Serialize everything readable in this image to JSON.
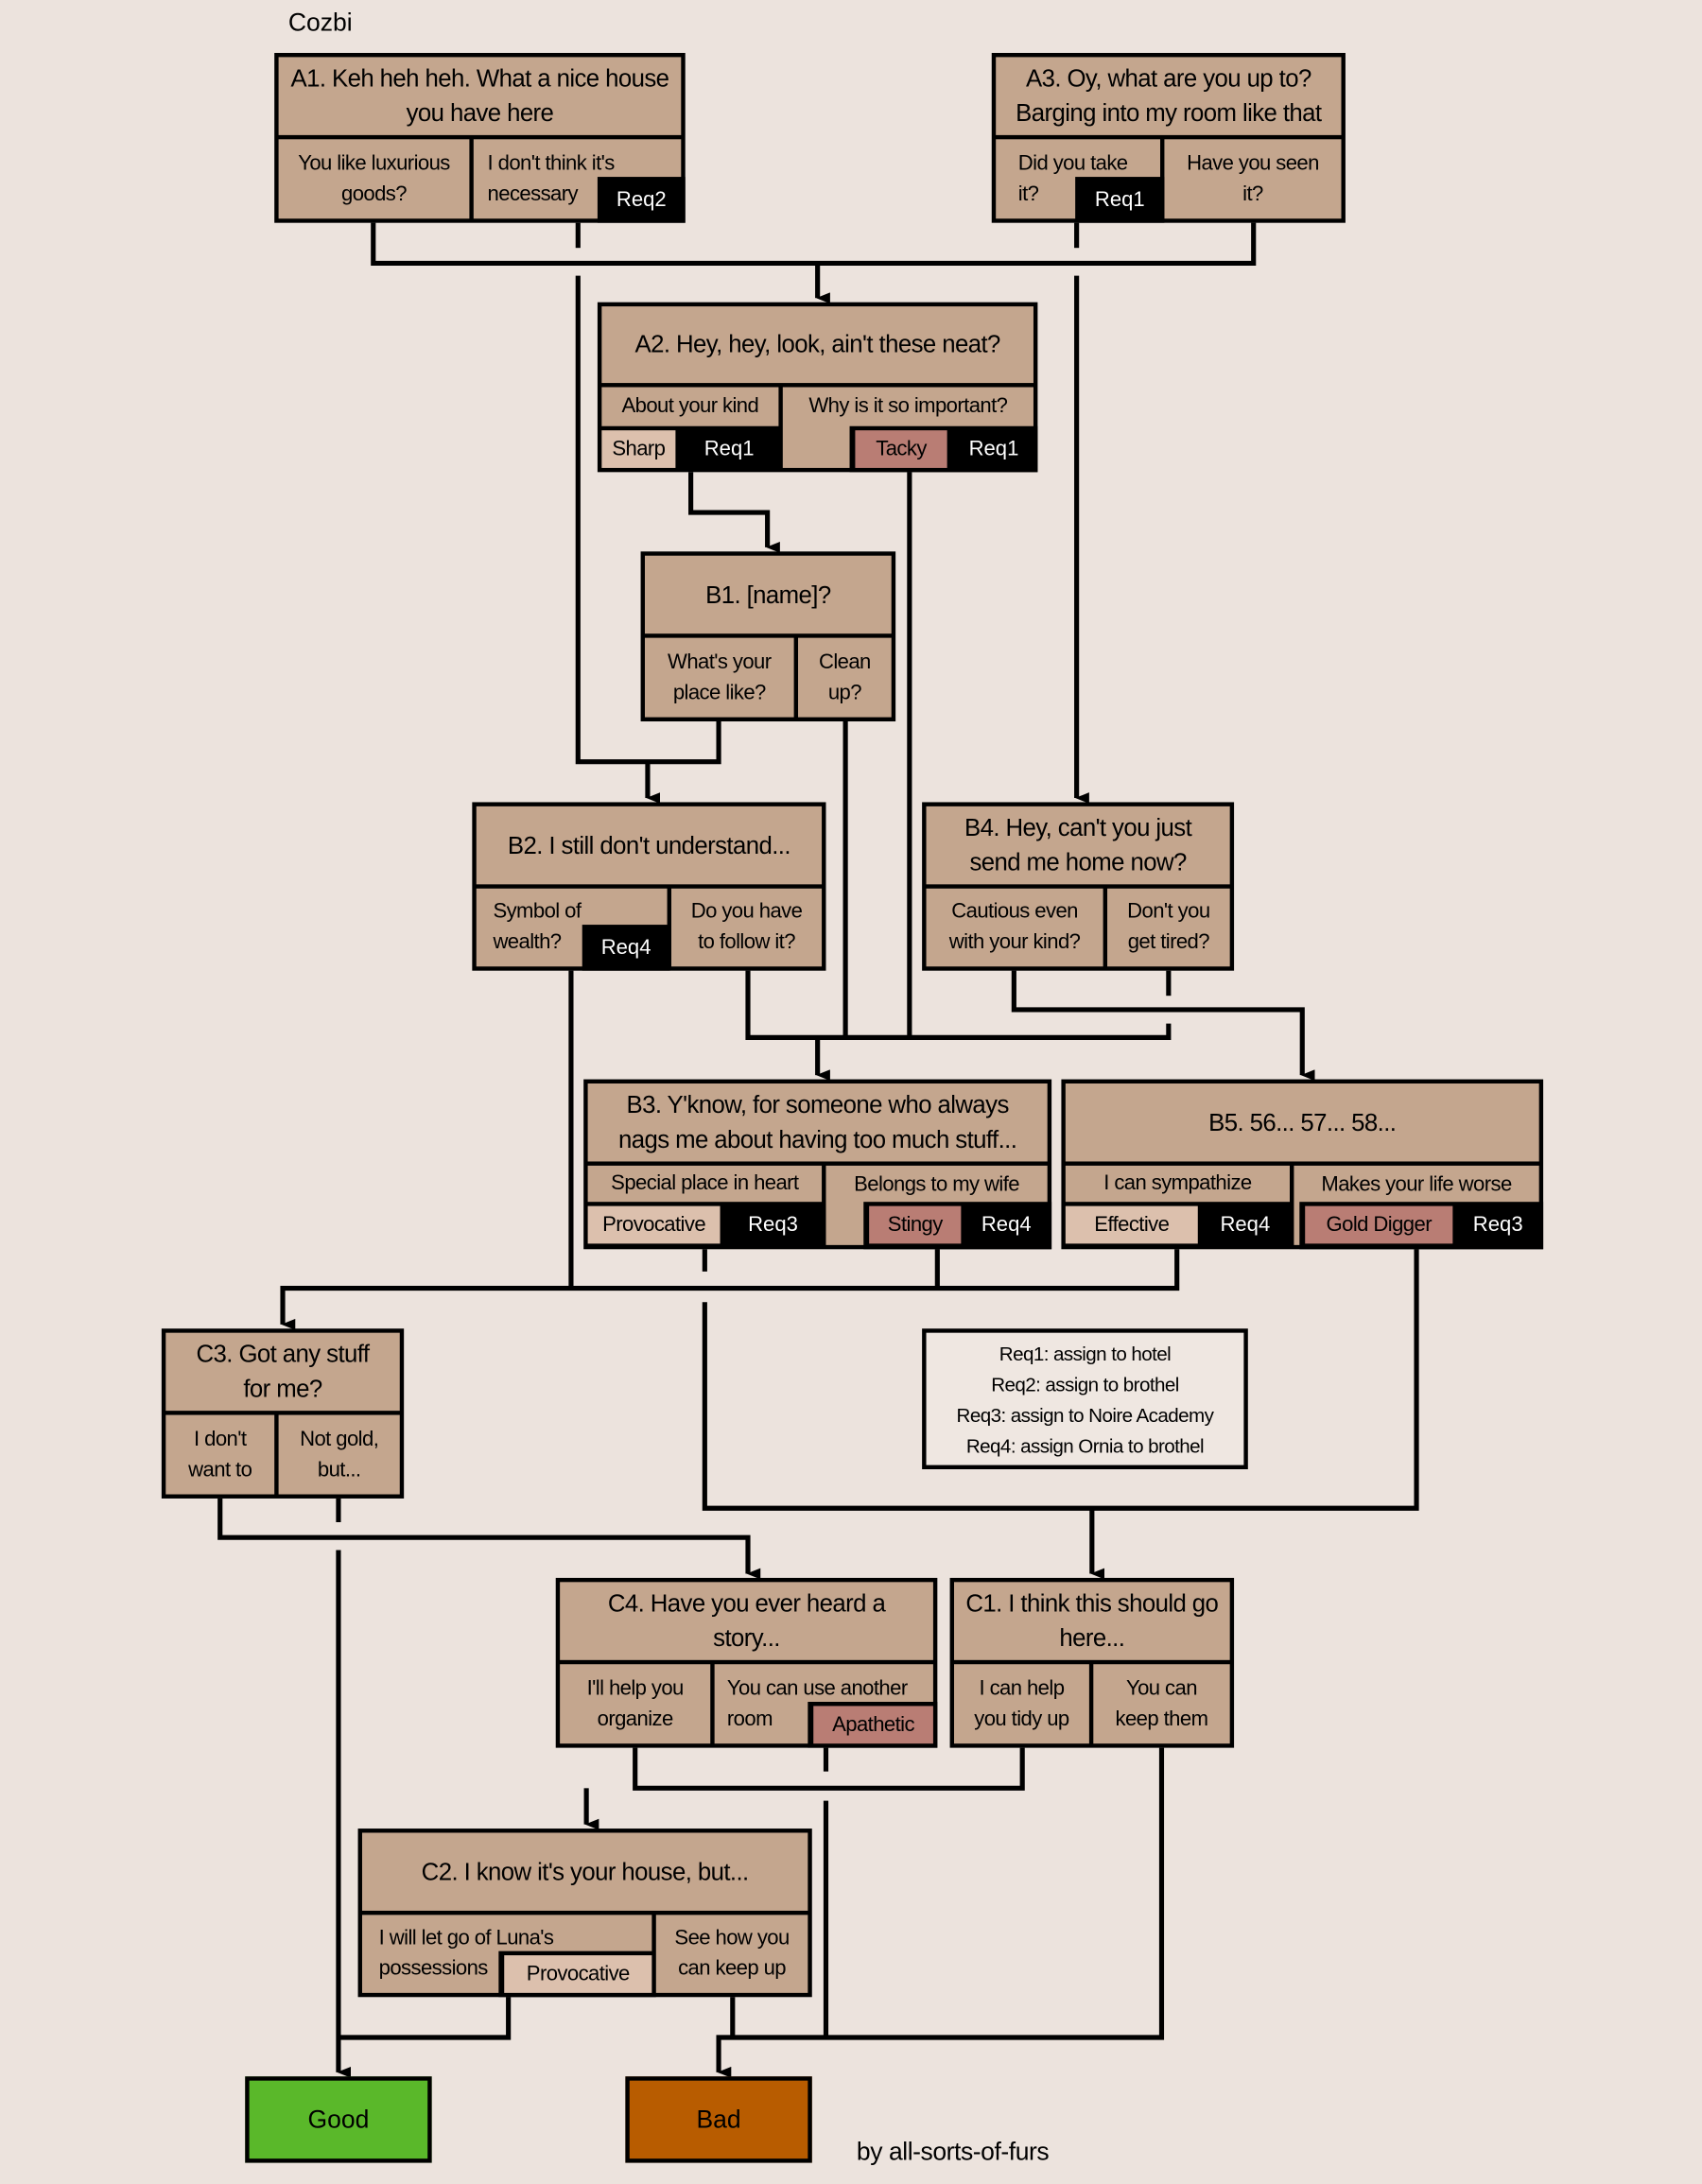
{
  "character": "Cozbi",
  "credit": "by all-sorts-of-furs",
  "colors": {
    "background": "#ece3dd",
    "box": "#c4a68e",
    "trait_positive": "#dcc0ad",
    "trait_negative": "#b97d74",
    "good": "#5ab82a",
    "bad": "#b85c00"
  },
  "nodes": {
    "A1": {
      "title": "A1. Keh heh heh. What a nice house\nyou have here",
      "opt1": "You like luxurious\ngoods?",
      "opt2": "I don't think it's\nnecessary",
      "req2": "Req2"
    },
    "A3": {
      "title": "A3. Oy, what are you up to?\nBarging into my room like that",
      "opt1": "Did you take\nit?",
      "opt2": "Have you seen\nit?",
      "req1": "Req1"
    },
    "A2": {
      "title": "A2. Hey, hey, look, ain't these neat?",
      "opt1": "About your kind",
      "opt1_trait": "Sharp",
      "opt1_req": "Req1",
      "opt2": "Why is it so important?",
      "opt2_trait": "Tacky",
      "opt2_req": "Req1"
    },
    "B1": {
      "title": "B1. [name]?",
      "opt1": "What's your\nplace like?",
      "opt2": "Clean\nup?"
    },
    "B2": {
      "title": "B2. I still don't understand...",
      "opt1": "Symbol of\nwealth?",
      "opt1_req": "Req4",
      "opt2": "Do you have\nto follow it?"
    },
    "B4": {
      "title": "B4. Hey, can't you just\nsend me home now?",
      "opt1": "Cautious even\nwith your kind?",
      "opt2": "Don't you\nget tired?"
    },
    "B3": {
      "title": "B3. Y'know, for someone who always\nnags me about having too much stuff...",
      "opt1": "Special place in heart",
      "opt1_trait": "Provocative",
      "opt1_req": "Req3",
      "opt2": "Belongs to my wife",
      "opt2_trait": "Stingy",
      "opt2_req": "Req4"
    },
    "B5": {
      "title": "B5. 56... 57... 58...",
      "opt1": "I can sympathize",
      "opt1_trait": "Effective",
      "opt1_req": "Req4",
      "opt2": "Makes your life worse",
      "opt2_trait": "Gold Digger",
      "opt2_req": "Req3"
    },
    "C3": {
      "title": "C3. Got any stuff\nfor me?",
      "opt1": "I don't\nwant to",
      "opt2": "Not gold,\nbut..."
    },
    "C4": {
      "title": "C4. Have you ever heard a\nstory...",
      "opt1": "I'll help you\norganize",
      "opt2": "You can use another\nroom",
      "opt2_trait": "Apathetic"
    },
    "C1": {
      "title": "C1. I think this should go\nhere...",
      "opt1": "I can help\nyou tidy up",
      "opt2": "You can\nkeep them"
    },
    "C2": {
      "title": "C2. I know it's your house, but...",
      "opt1": "I will let go of Luna's\npossessions",
      "opt1_trait": "Provocative",
      "opt2": "See how you\ncan keep up"
    }
  },
  "legend": [
    "Req1: assign to hotel",
    "Req2: assign to brothel",
    "Req3: assign to Noire Academy",
    "Req4: assign Ornia to brothel"
  ],
  "outcomes": {
    "good": "Good",
    "bad": "Bad"
  }
}
